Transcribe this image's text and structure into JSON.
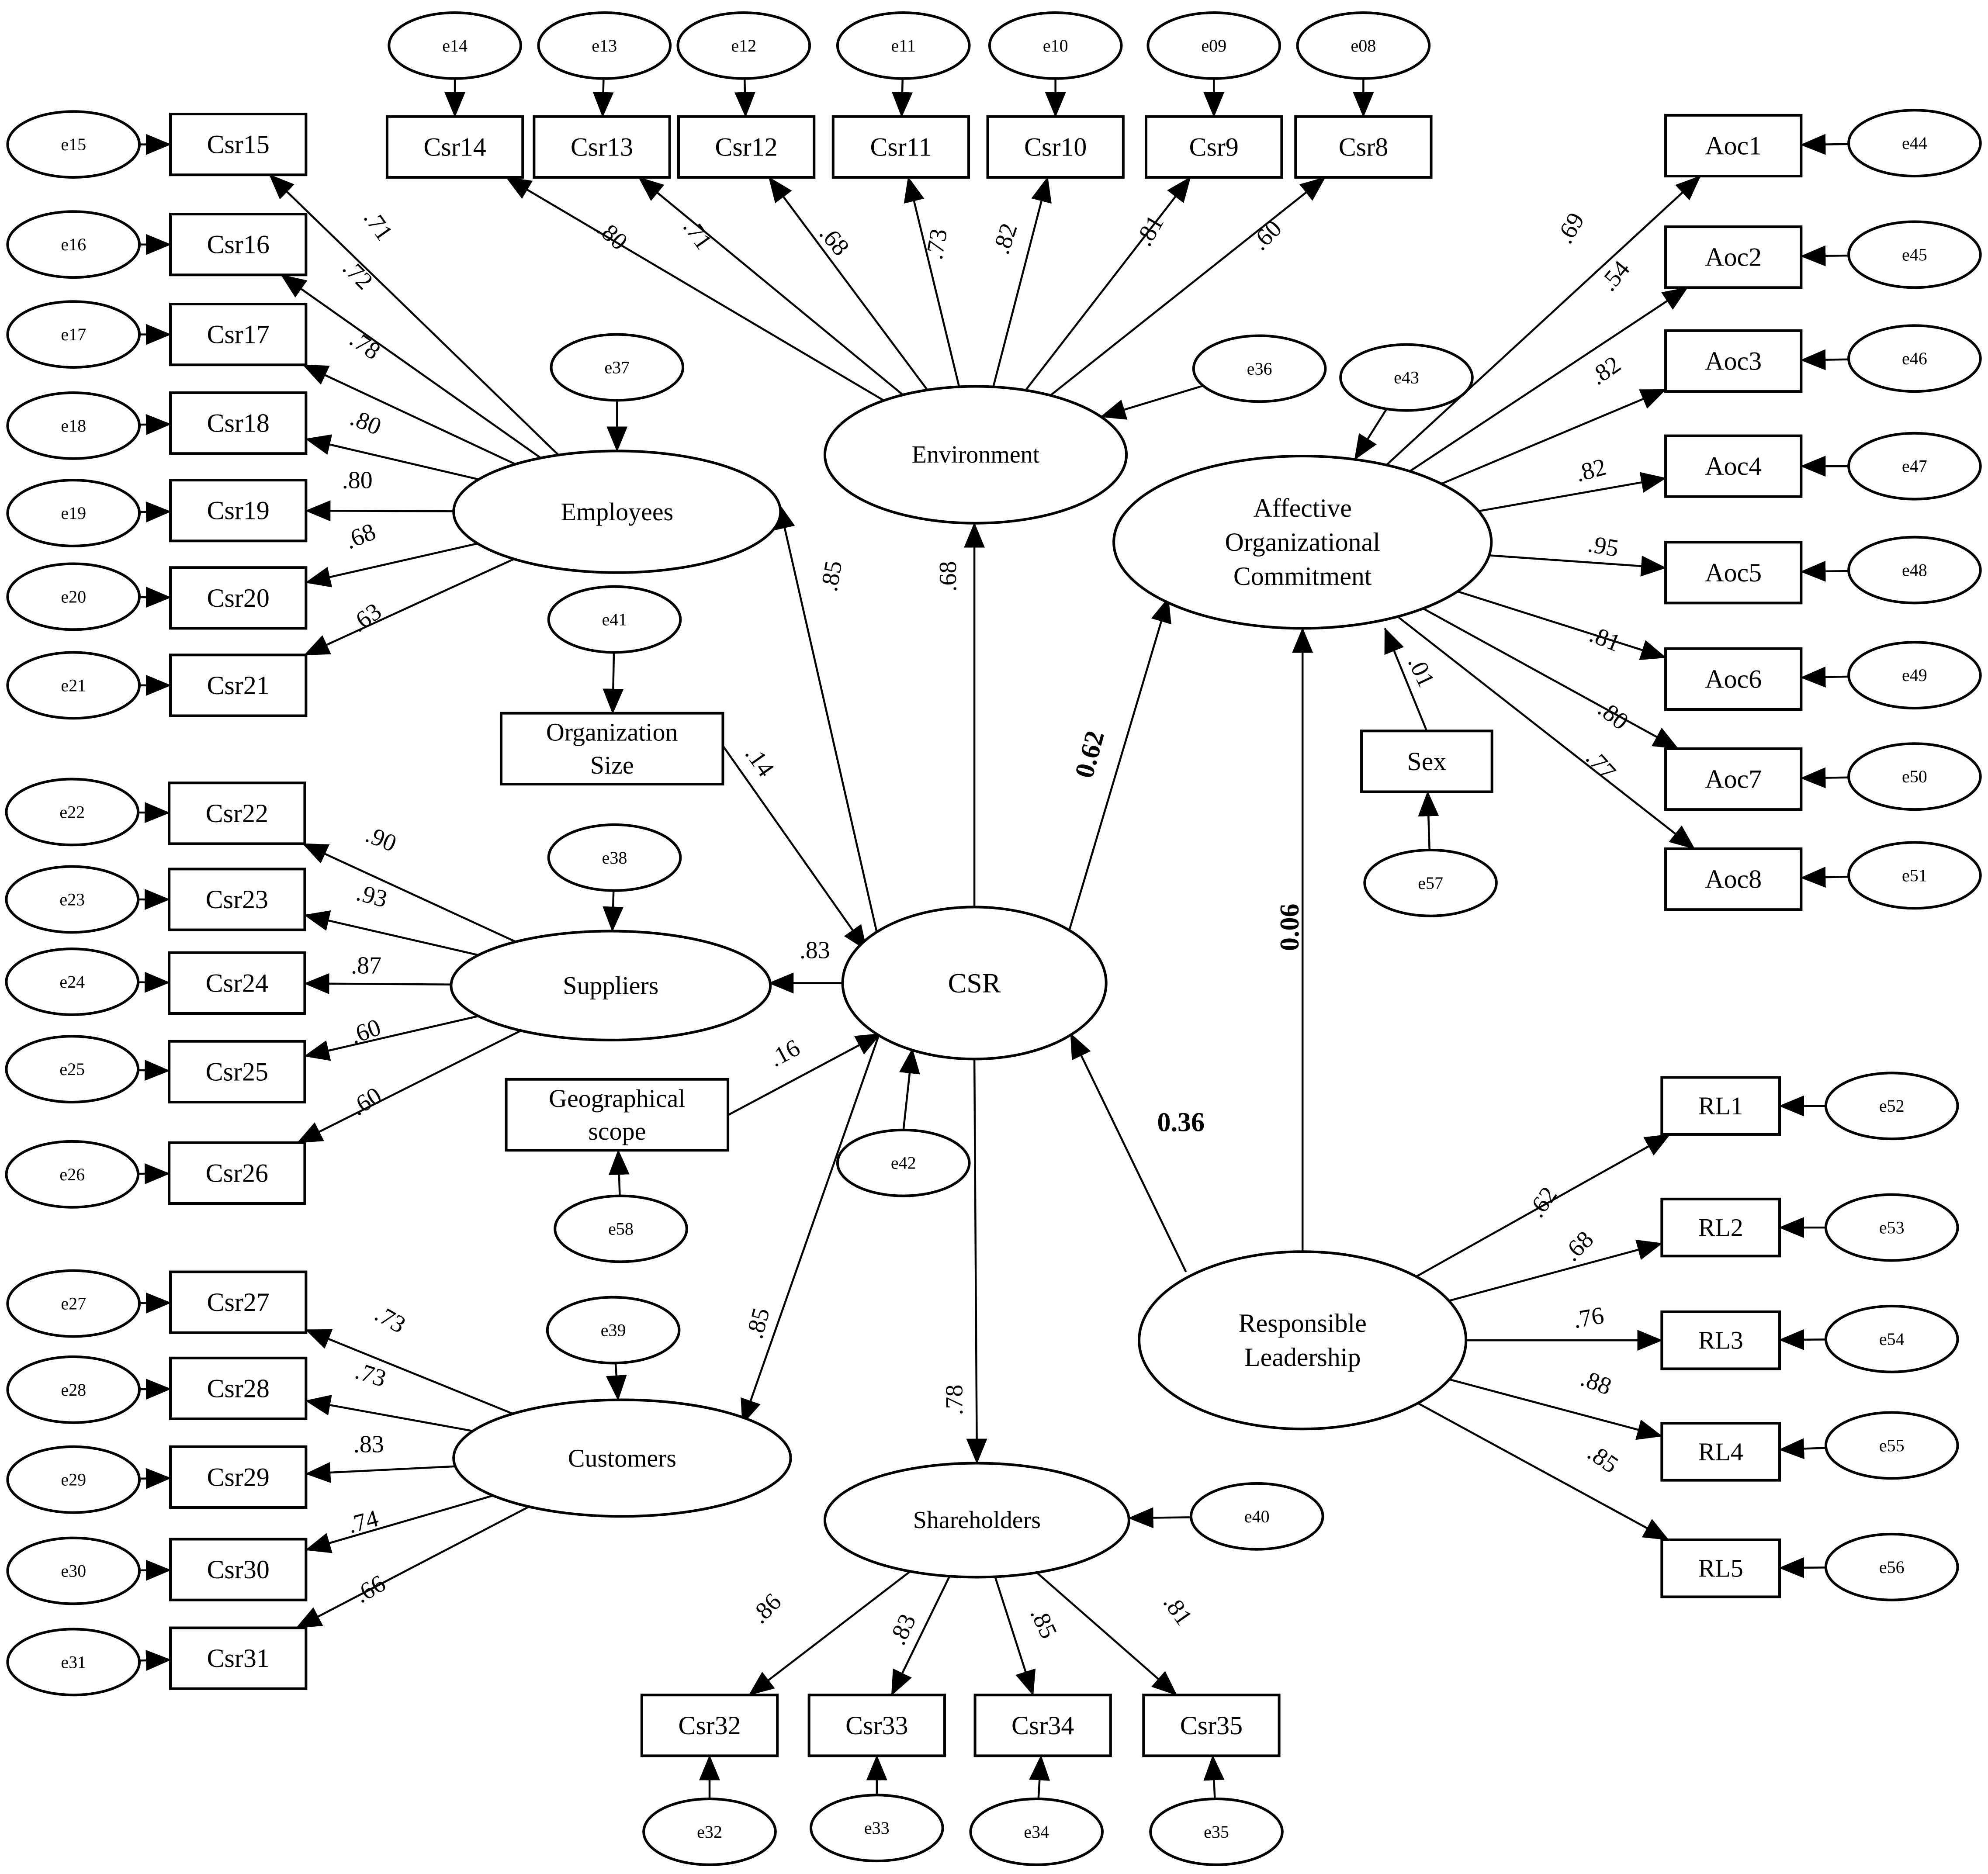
{
  "nodes": {
    "CSR": "CSR",
    "Environment": "Environment",
    "Employees": "Employees",
    "Suppliers": "Suppliers",
    "Customers": "Customers",
    "Shareholders": "Shareholders",
    "AOC": [
      "Affective",
      "Organizational",
      "Commitment"
    ],
    "RL": [
      "Responsible",
      "Leadership"
    ],
    "OrgSize": [
      "Organization",
      "Size"
    ],
    "Geo": [
      "Geographical",
      "scope"
    ],
    "Sex": "Sex",
    "Csr8": "Csr8",
    "Csr9": "Csr9",
    "Csr10": "Csr10",
    "Csr11": "Csr11",
    "Csr12": "Csr12",
    "Csr13": "Csr13",
    "Csr14": "Csr14",
    "Csr15": "Csr15",
    "Csr16": "Csr16",
    "Csr17": "Csr17",
    "Csr18": "Csr18",
    "Csr19": "Csr19",
    "Csr20": "Csr20",
    "Csr21": "Csr21",
    "Csr22": "Csr22",
    "Csr23": "Csr23",
    "Csr24": "Csr24",
    "Csr25": "Csr25",
    "Csr26": "Csr26",
    "Csr27": "Csr27",
    "Csr28": "Csr28",
    "Csr29": "Csr29",
    "Csr30": "Csr30",
    "Csr31": "Csr31",
    "Csr32": "Csr32",
    "Csr33": "Csr33",
    "Csr34": "Csr34",
    "Csr35": "Csr35",
    "Aoc1": "Aoc1",
    "Aoc2": "Aoc2",
    "Aoc3": "Aoc3",
    "Aoc4": "Aoc4",
    "Aoc5": "Aoc5",
    "Aoc6": "Aoc6",
    "Aoc7": "Aoc7",
    "Aoc8": "Aoc8",
    "RL1": "RL1",
    "RL2": "RL2",
    "RL3": "RL3",
    "RL4": "RL4",
    "RL5": "RL5",
    "e08": "e08",
    "e09": "e09",
    "e10": "e10",
    "e11": "e11",
    "e12": "e12",
    "e13": "e13",
    "e14": "e14",
    "e15": "e15",
    "e16": "e16",
    "e17": "e17",
    "e18": "e18",
    "e19": "e19",
    "e20": "e20",
    "e21": "e21",
    "e22": "e22",
    "e23": "e23",
    "e24": "e24",
    "e25": "e25",
    "e26": "e26",
    "e27": "e27",
    "e28": "e28",
    "e29": "e29",
    "e30": "e30",
    "e31": "e31",
    "e32": "e32",
    "e33": "e33",
    "e34": "e34",
    "e35": "e35",
    "e36": "e36",
    "e37": "e37",
    "e38": "e38",
    "e39": "e39",
    "e40": "e40",
    "e41": "e41",
    "e42": "e42",
    "e43": "e43",
    "e44": "e44",
    "e45": "e45",
    "e46": "e46",
    "e47": "e47",
    "e48": "e48",
    "e49": "e49",
    "e50": "e50",
    "e51": "e51",
    "e52": "e52",
    "e53": "e53",
    "e54": "e54",
    "e55": "e55",
    "e56": "e56",
    "e57": "e57",
    "e58": "e58"
  },
  "edges": [
    {
      "from": "CSR",
      "to": "Environment",
      "label": ".68"
    },
    {
      "from": "CSR",
      "to": "Employees",
      "label": ".85"
    },
    {
      "from": "CSR",
      "to": "Suppliers",
      "label": ".83"
    },
    {
      "from": "CSR",
      "to": "Customers",
      "label": ".85"
    },
    {
      "from": "CSR",
      "to": "Shareholders",
      "label": ".78"
    },
    {
      "from": "CSR",
      "to": "AOC",
      "label": "0.62",
      "bold": true
    },
    {
      "from": "RL",
      "to": "CSR",
      "label": "0.36",
      "bold": true
    },
    {
      "from": "RL",
      "to": "AOC",
      "label": "0.06",
      "bold": true
    },
    {
      "from": "OrgSize",
      "to": "CSR",
      "label": ".14"
    },
    {
      "from": "Geo",
      "to": "CSR",
      "label": ".16"
    },
    {
      "from": "Sex",
      "to": "AOC",
      "label": ".01"
    },
    {
      "from": "Environment",
      "to": "Csr14",
      "label": ".80"
    },
    {
      "from": "Environment",
      "to": "Csr13",
      "label": ".71"
    },
    {
      "from": "Environment",
      "to": "Csr12",
      "label": ".68"
    },
    {
      "from": "Environment",
      "to": "Csr11",
      "label": ".73"
    },
    {
      "from": "Environment",
      "to": "Csr10",
      "label": ".82"
    },
    {
      "from": "Environment",
      "to": "Csr9",
      "label": ".81"
    },
    {
      "from": "Environment",
      "to": "Csr8",
      "label": ".60"
    },
    {
      "from": "Employees",
      "to": "Csr15",
      "label": ".71"
    },
    {
      "from": "Employees",
      "to": "Csr16",
      "label": ".72"
    },
    {
      "from": "Employees",
      "to": "Csr17",
      "label": ".78"
    },
    {
      "from": "Employees",
      "to": "Csr18",
      "label": ".80"
    },
    {
      "from": "Employees",
      "to": "Csr19",
      "label": ".80"
    },
    {
      "from": "Employees",
      "to": "Csr20",
      "label": ".68"
    },
    {
      "from": "Employees",
      "to": "Csr21",
      "label": ".63"
    },
    {
      "from": "Suppliers",
      "to": "Csr22",
      "label": ".90"
    },
    {
      "from": "Suppliers",
      "to": "Csr23",
      "label": ".93"
    },
    {
      "from": "Suppliers",
      "to": "Csr24",
      "label": ".87"
    },
    {
      "from": "Suppliers",
      "to": "Csr25",
      "label": ".60"
    },
    {
      "from": "Suppliers",
      "to": "Csr26",
      "label": ".60"
    },
    {
      "from": "Customers",
      "to": "Csr27",
      "label": ".73"
    },
    {
      "from": "Customers",
      "to": "Csr28",
      "label": ".73"
    },
    {
      "from": "Customers",
      "to": "Csr29",
      "label": ".83"
    },
    {
      "from": "Customers",
      "to": "Csr30",
      "label": ".74"
    },
    {
      "from": "Customers",
      "to": "Csr31",
      "label": ".66"
    },
    {
      "from": "Shareholders",
      "to": "Csr32",
      "label": ".86"
    },
    {
      "from": "Shareholders",
      "to": "Csr33",
      "label": ".83"
    },
    {
      "from": "Shareholders",
      "to": "Csr34",
      "label": ".85"
    },
    {
      "from": "Shareholders",
      "to": "Csr35",
      "label": ".81"
    },
    {
      "from": "AOC",
      "to": "Aoc1",
      "label": ".69"
    },
    {
      "from": "AOC",
      "to": "Aoc2",
      "label": ".54"
    },
    {
      "from": "AOC",
      "to": "Aoc3",
      "label": ".82"
    },
    {
      "from": "AOC",
      "to": "Aoc4",
      "label": ".82"
    },
    {
      "from": "AOC",
      "to": "Aoc5",
      "label": ".95"
    },
    {
      "from": "AOC",
      "to": "Aoc6",
      "label": ".81"
    },
    {
      "from": "AOC",
      "to": "Aoc7",
      "label": ".80"
    },
    {
      "from": "AOC",
      "to": "Aoc8",
      "label": ".77"
    },
    {
      "from": "RL",
      "to": "RL1",
      "label": ".62"
    },
    {
      "from": "RL",
      "to": "RL2",
      "label": ".68"
    },
    {
      "from": "RL",
      "to": "RL3",
      "label": ".76"
    },
    {
      "from": "RL",
      "to": "RL4",
      "label": ".88"
    },
    {
      "from": "RL",
      "to": "RL5",
      "label": ".85"
    },
    {
      "from": "e08",
      "to": "Csr8"
    },
    {
      "from": "e09",
      "to": "Csr9"
    },
    {
      "from": "e10",
      "to": "Csr10"
    },
    {
      "from": "e11",
      "to": "Csr11"
    },
    {
      "from": "e12",
      "to": "Csr12"
    },
    {
      "from": "e13",
      "to": "Csr13"
    },
    {
      "from": "e14",
      "to": "Csr14"
    },
    {
      "from": "e15",
      "to": "Csr15"
    },
    {
      "from": "e16",
      "to": "Csr16"
    },
    {
      "from": "e17",
      "to": "Csr17"
    },
    {
      "from": "e18",
      "to": "Csr18"
    },
    {
      "from": "e19",
      "to": "Csr19"
    },
    {
      "from": "e20",
      "to": "Csr20"
    },
    {
      "from": "e21",
      "to": "Csr21"
    },
    {
      "from": "e22",
      "to": "Csr22"
    },
    {
      "from": "e23",
      "to": "Csr23"
    },
    {
      "from": "e24",
      "to": "Csr24"
    },
    {
      "from": "e25",
      "to": "Csr25"
    },
    {
      "from": "e26",
      "to": "Csr26"
    },
    {
      "from": "e27",
      "to": "Csr27"
    },
    {
      "from": "e28",
      "to": "Csr28"
    },
    {
      "from": "e29",
      "to": "Csr29"
    },
    {
      "from": "e30",
      "to": "Csr30"
    },
    {
      "from": "e31",
      "to": "Csr31"
    },
    {
      "from": "e32",
      "to": "Csr32"
    },
    {
      "from": "e33",
      "to": "Csr33"
    },
    {
      "from": "e34",
      "to": "Csr34"
    },
    {
      "from": "e35",
      "to": "Csr35"
    },
    {
      "from": "e36",
      "to": "Environment"
    },
    {
      "from": "e37",
      "to": "Employees"
    },
    {
      "from": "e38",
      "to": "Suppliers"
    },
    {
      "from": "e39",
      "to": "Customers"
    },
    {
      "from": "e40",
      "to": "Shareholders"
    },
    {
      "from": "e41",
      "to": "OrgSize"
    },
    {
      "from": "e42",
      "to": "CSR"
    },
    {
      "from": "e43",
      "to": "AOC"
    },
    {
      "from": "e44",
      "to": "Aoc1"
    },
    {
      "from": "e45",
      "to": "Aoc2"
    },
    {
      "from": "e46",
      "to": "Aoc3"
    },
    {
      "from": "e47",
      "to": "Aoc4"
    },
    {
      "from": "e48",
      "to": "Aoc5"
    },
    {
      "from": "e49",
      "to": "Aoc6"
    },
    {
      "from": "e50",
      "to": "Aoc7"
    },
    {
      "from": "e51",
      "to": "Aoc8"
    },
    {
      "from": "e52",
      "to": "RL1"
    },
    {
      "from": "e53",
      "to": "RL2"
    },
    {
      "from": "e54",
      "to": "RL3"
    },
    {
      "from": "e55",
      "to": "RL4"
    },
    {
      "from": "e56",
      "to": "RL5"
    },
    {
      "from": "e57",
      "to": "Sex"
    },
    {
      "from": "e58",
      "to": "Geo"
    }
  ]
}
